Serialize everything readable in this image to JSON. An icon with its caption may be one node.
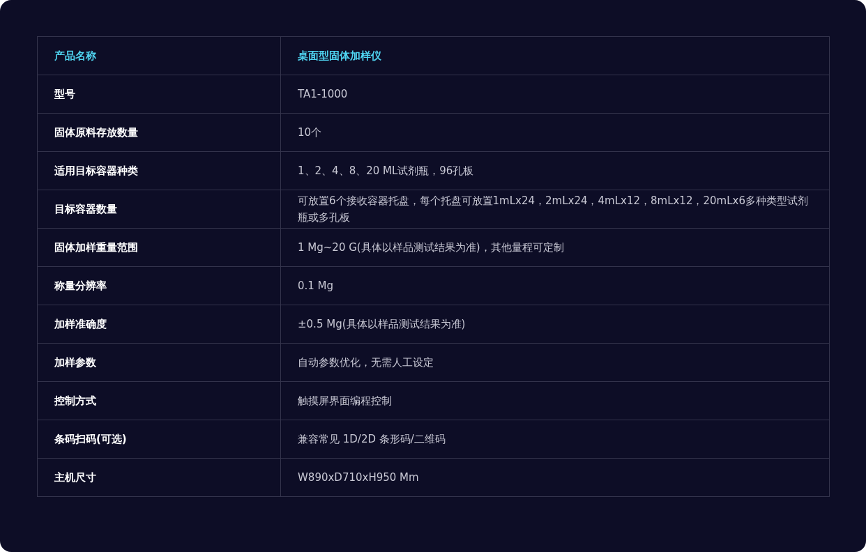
{
  "diagram": {
    "labels": [
      "产品名称",
      "桌面型固体加样仪",
      "型号",
      "TA1-1000",
      "固体原料存放数量",
      "10个",
      "适用目标容器种类",
      "1、2、4、8、20 ML试剂瓶，96孔板",
      "目标容器数量",
      "可放置6个接收容器托盘，每个托盘可放置1mLx24，2mLx24，4mLx12，8mLx12，20mLx6多种类型试剂瓶或多孔板",
      "固体加样重量范围",
      "1 Mg~20 G(具体以样品测试结果为准)，其他量程可定制",
      "称量分辨率",
      "0.1 Mg",
      "加样准确度",
      "±0.5 Mg(具体以样品测试结果为准)",
      "加样参数",
      "自动参数优化，无需人工设定",
      "控制方式",
      "触摸屏界面编程控制",
      "条码扫码(可选)",
      "兼容常见 1D/2D 条形码/二维码",
      "主机尺寸",
      "W890xD710xH950 Mm"
    ]
  }
}
